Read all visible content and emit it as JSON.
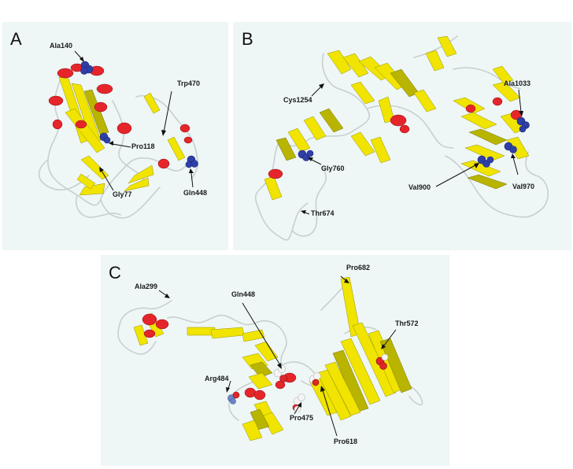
{
  "panels": {
    "a": {
      "letter": "A",
      "labels": {
        "ala140": "Ala140",
        "trp470": "Trp470",
        "pro118": "Pro118",
        "gly77": "Gly77",
        "gln448": "Gln448"
      }
    },
    "b": {
      "letter": "B",
      "labels": {
        "cys1254": "Cys1254",
        "ala1033": "Ala1033",
        "gly760": "Gly760",
        "val900": "Val900",
        "val970": "Val970",
        "thr674": "Thr674"
      }
    },
    "c": {
      "letter": "C",
      "labels": {
        "ala299": "Ala299",
        "gln448": "Gln448",
        "pro682": "Pro682",
        "thr572": "Thr572",
        "arg484": "Arg484",
        "pro475": "Pro475",
        "pro618": "Pro618"
      }
    }
  },
  "colors": {
    "panel_background": "#eef6f6",
    "beta_strand": "#f0e400",
    "alpha_helix": "#e5252a",
    "coil": "#c7cfcf",
    "highlighted_residue_blue": "#2f3fa8",
    "highlighted_residue_white": "#f4f4f4"
  }
}
